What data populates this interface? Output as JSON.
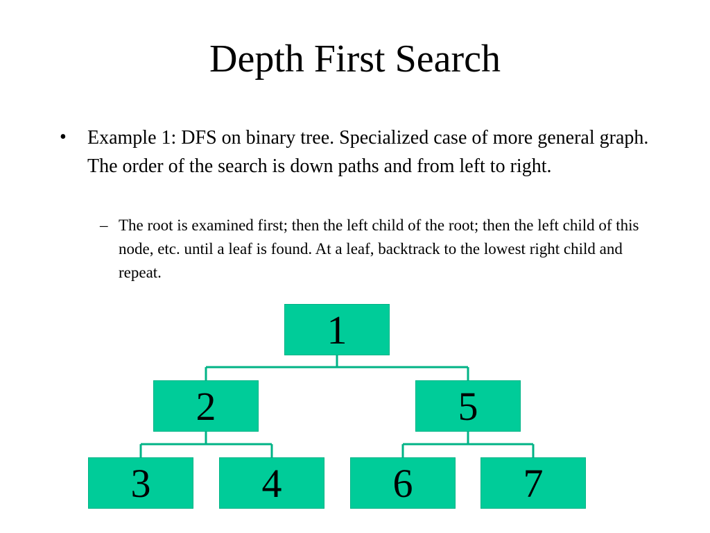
{
  "slide": {
    "title": "Depth First Search",
    "bullets": [
      {
        "marker": "•",
        "text": "Example 1: DFS on binary tree.  Specialized case of more general graph.  The order of the search is down paths and from left to right."
      }
    ],
    "sub_bullets": [
      {
        "marker": "–",
        "text": "The root is examined first; then the left child of the root; then the left child of this node, etc. until a leaf is found.  At a leaf, backtrack to the lowest right child and repeat."
      }
    ]
  },
  "tree": {
    "node_color": "#00cc99",
    "connector_color": "#00b386",
    "nodes": [
      {
        "id": "n1",
        "label": "1"
      },
      {
        "id": "n2",
        "label": "2"
      },
      {
        "id": "n5",
        "label": "5"
      },
      {
        "id": "n3",
        "label": "3"
      },
      {
        "id": "n4",
        "label": "4"
      },
      {
        "id": "n6",
        "label": "6"
      },
      {
        "id": "n7",
        "label": "7"
      }
    ],
    "edges": [
      [
        "n1",
        "n2"
      ],
      [
        "n1",
        "n5"
      ],
      [
        "n2",
        "n3"
      ],
      [
        "n2",
        "n4"
      ],
      [
        "n5",
        "n6"
      ],
      [
        "n5",
        "n7"
      ]
    ]
  }
}
